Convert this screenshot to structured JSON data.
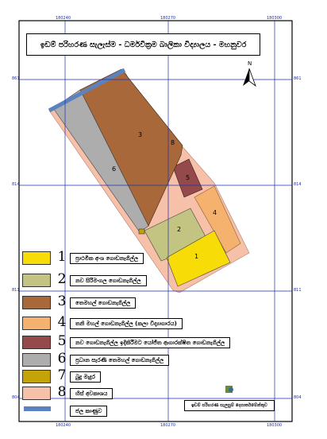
{
  "title": "ඉඩම් පරිහරණ සැලැස්ම - ධර්මවික්‍රම බාලිකා විද්‍යාලය - මහනුවර",
  "north_label": "N",
  "grid_labels": {
    "top": [
      "180240",
      "180270",
      "180300"
    ],
    "bottom": [
      "180240",
      "180270",
      "180300"
    ],
    "left": [
      "861",
      "814",
      "811",
      "804"
    ],
    "right": [
      "861",
      "814",
      "811",
      "804"
    ]
  },
  "map_numbers": [
    "1",
    "2",
    "3",
    "4",
    "5",
    "6",
    "8"
  ],
  "legend": [
    {
      "num": "1",
      "color": "#f7dc08",
      "label": "ප්‍රාථමික අංශ ගොඩනැගිල්ල"
    },
    {
      "num": "2",
      "color": "#c3c481",
      "label": "නව සිරිමංගල ගොඩනැගිල්ල"
    },
    {
      "num": "3",
      "color": "#a8683a",
      "label": "තෙමහල් ගොඩනැගිල්ල"
    },
    {
      "num": "4",
      "color": "#f5b26e",
      "label": "තනි මහල් ගොඩනැගිල්ල (කලා විද්‍යාගාරය)"
    },
    {
      "num": "5",
      "color": "#944a4b",
      "label": "නව ගොඩනැගිල්ල ඉදිකිරීමට යෝජිත ආගාරක්ෂිත ගොඩනැගිල්ල"
    },
    {
      "num": "6",
      "color": "#aeadad",
      "label": "ප්‍රධාන සැරණි තෙමහල් ගොඩනැගිල්ල"
    },
    {
      "num": "7",
      "color": "#c2a40a",
      "label": "බුදු මැදුර"
    },
    {
      "num": "8",
      "color": "#f6c0a9",
      "label": "හිස් අවකාශය"
    },
    {
      "num": "",
      "color": "#5b82c0",
      "label": "ජල කාණුව"
    }
  ],
  "footer_text": "ඉඩම් පරිහරණ සැලසුම් දෙපාර්තමේන්තුව",
  "colors": {
    "grid": "#1a2fb0",
    "boundary": "#000000"
  }
}
